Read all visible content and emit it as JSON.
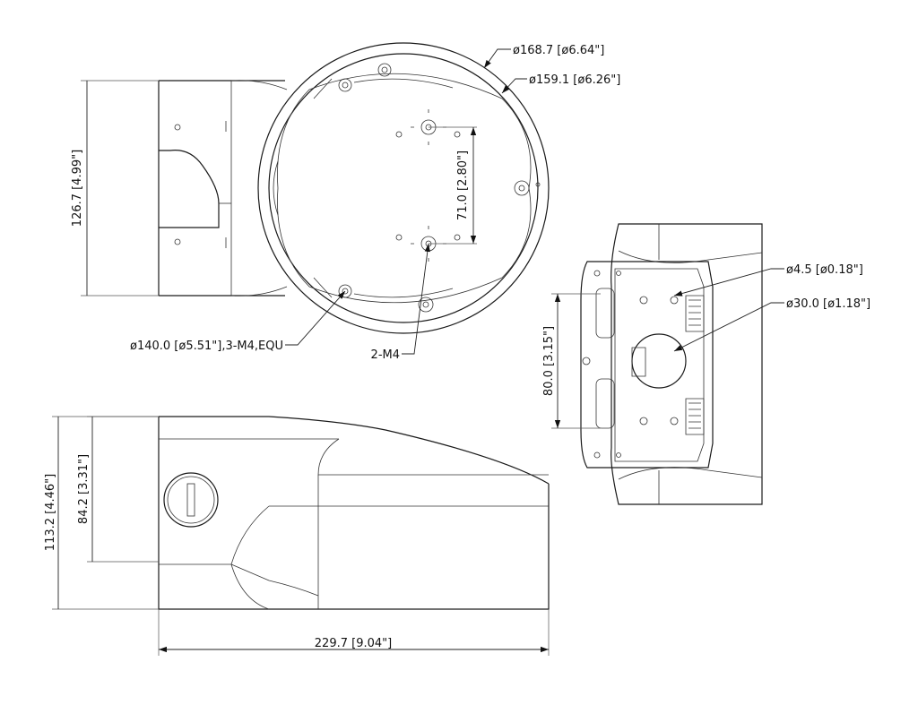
{
  "dimensions": {
    "outer_diameter": "ø168.7 [ø6.64\"]",
    "inner_diameter": "ø159.1 [ø6.26\"]",
    "top_height": "126.7 [4.99\"]",
    "hole_spacing": "71.0 [2.80\"]",
    "bolt_circle": "ø140.0 [ø5.51\"],3-M4,EQU",
    "thread": "2-M4",
    "small_hole": "ø4.5 [ø0.18\"]",
    "cable_hole": "ø30.0 [ø1.18\"]",
    "plate_spacing": "80.0 [3.15\"]",
    "overall_height": "113.2 [4.46\"]",
    "body_height": "84.2 [3.31\"]",
    "overall_length": "229.7 [9.04\"]"
  }
}
